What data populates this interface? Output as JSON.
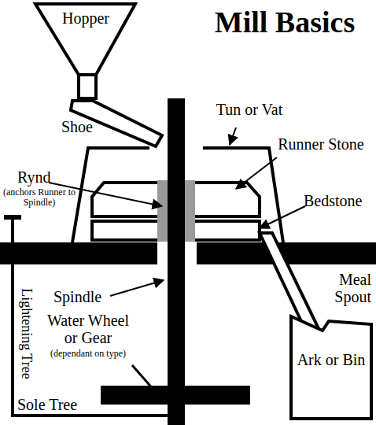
{
  "diagram": {
    "title": "Mill Basics",
    "nodes": [
      {
        "text": [
          "Hopper"
        ]
      },
      {
        "text": [
          "Ark or Bin"
        ]
      }
    ],
    "labels": [
      "Shoe",
      "Tun or Vat",
      "Rynd",
      "(anchors Runner to Spindle)",
      "Runner Stone",
      "Bedstone",
      "Meal Spout",
      "Spindle",
      "Lightening Tree",
      "Water Wheel or Gear",
      "(dependant on type)",
      "Sole Tree"
    ]
  }
}
